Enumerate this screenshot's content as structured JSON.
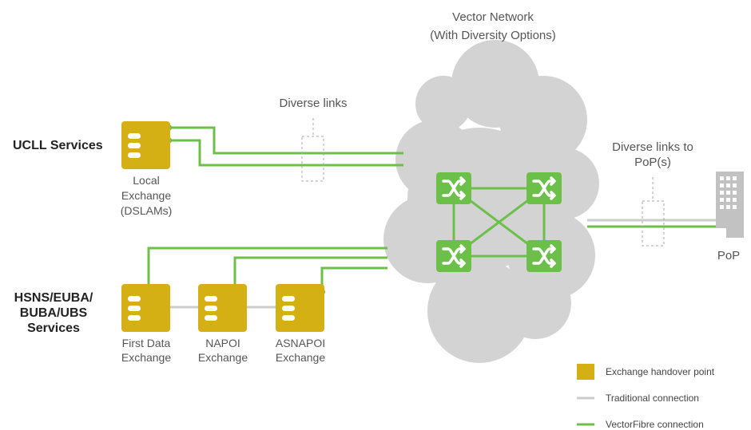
{
  "network": {
    "title_line1": "Vector Network",
    "title_line2": "(With Diversity Options)"
  },
  "services": {
    "ucll": "UCLL Services",
    "hsns_line1": "HSNS/EUBA/",
    "hsns_line2": "BUBA/UBS",
    "hsns_line3": "Services"
  },
  "labels": {
    "diverse_links": "Diverse links",
    "diverse_pop_line1": "Diverse links to",
    "diverse_pop_line2": "PoP(s)",
    "pop": "PoP"
  },
  "exchanges": {
    "local": [
      "Local",
      "Exchange",
      "(DSLAMs)"
    ],
    "first_data": [
      "First Data",
      "Exchange"
    ],
    "napoi": [
      "NAPOI",
      "Exchange"
    ],
    "asnapoi": [
      "ASNAPOI",
      "Exchange"
    ]
  },
  "legend": {
    "handover": "Exchange handover point",
    "traditional": "Traditional connection",
    "vectorfibre": "VectorFibre connection"
  },
  "colors": {
    "exchange": "#d4b015",
    "fibre": "#6cc04a",
    "traditional": "#cccccc",
    "cloud": "#d3d3d3",
    "building": "#c2c2c2"
  }
}
